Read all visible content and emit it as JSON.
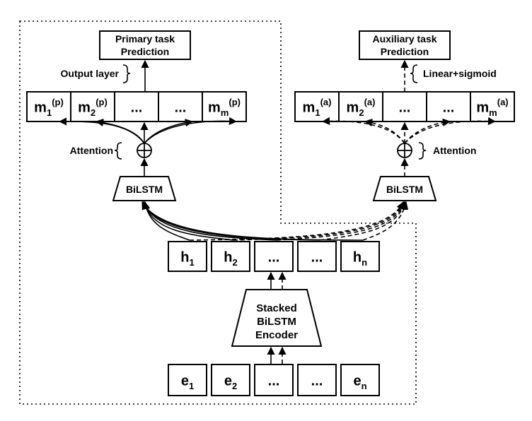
{
  "primary": {
    "prediction_line1": "Primary task",
    "prediction_line2": "Prediction",
    "output_layer_label": "Output layer",
    "attention_label": "Attention",
    "bilstm_label": "BiLSTM",
    "cells": [
      {
        "main": "m",
        "sub": "1",
        "sup": "(p)"
      },
      {
        "main": "m",
        "sub": "2",
        "sup": "(p)"
      },
      {
        "main": "...",
        "sub": "",
        "sup": ""
      },
      {
        "main": "...",
        "sub": "",
        "sup": ""
      },
      {
        "main": "m",
        "sub": "m",
        "sup": "(p)"
      }
    ]
  },
  "auxiliary": {
    "prediction_line1": "Auxiliary task",
    "prediction_line2": "Prediction",
    "output_layer_label": "Linear+sigmoid",
    "attention_label": "Attention",
    "bilstm_label": "BiLSTM",
    "cells": [
      {
        "main": "m",
        "sub": "1",
        "sup": "(a)"
      },
      {
        "main": "m",
        "sub": "2",
        "sup": "(a)"
      },
      {
        "main": "...",
        "sub": "",
        "sup": ""
      },
      {
        "main": "...",
        "sub": "",
        "sup": ""
      },
      {
        "main": "m",
        "sub": "m",
        "sup": "(a)"
      }
    ]
  },
  "hidden_cells": [
    {
      "main": "h",
      "sub": "1"
    },
    {
      "main": "h",
      "sub": "2"
    },
    {
      "main": "...",
      "sub": ""
    },
    {
      "main": "...",
      "sub": ""
    },
    {
      "main": "h",
      "sub": "n"
    }
  ],
  "encoder": {
    "line1": "Stacked",
    "line2": "BiLSTM",
    "line3": "Encoder"
  },
  "embedding_cells": [
    {
      "main": "e",
      "sub": "1"
    },
    {
      "main": "e",
      "sub": "2"
    },
    {
      "main": "...",
      "sub": ""
    },
    {
      "main": "...",
      "sub": ""
    },
    {
      "main": "e",
      "sub": "n"
    }
  ],
  "oplus_symbol": "⊕"
}
